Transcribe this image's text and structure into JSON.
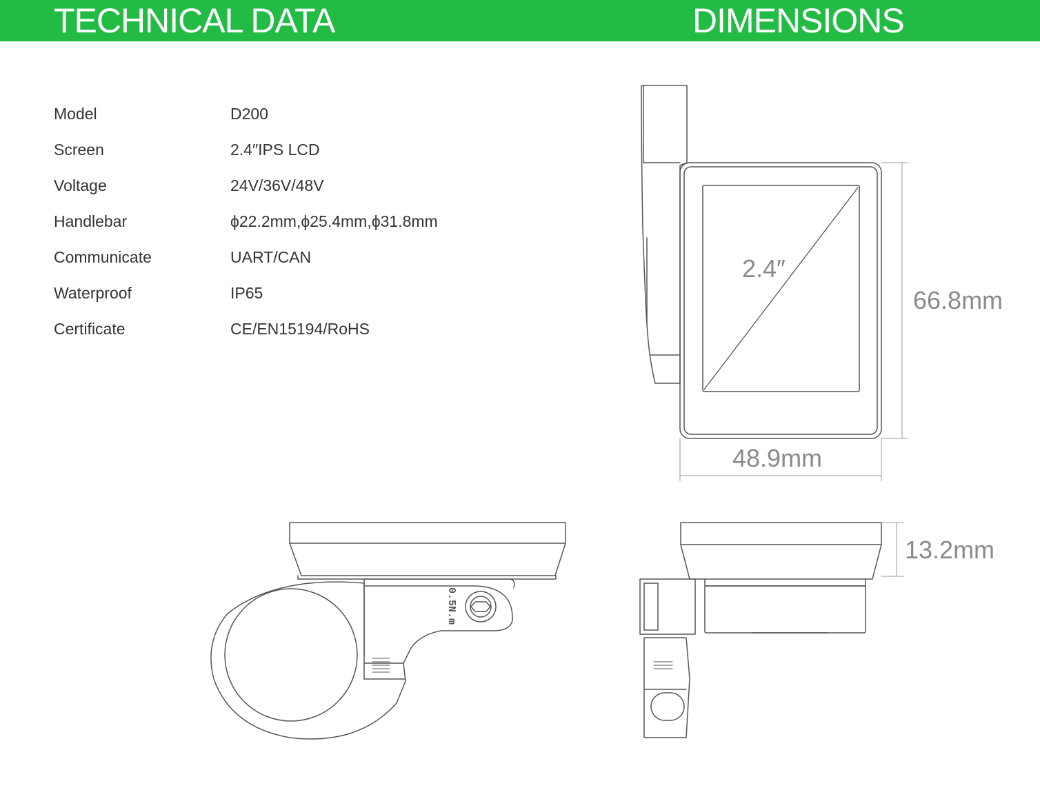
{
  "header": {
    "left_title": "TECHNICAL DATA",
    "right_title": "DIMENSIONS"
  },
  "specs": [
    {
      "label": "Model",
      "value": "D200"
    },
    {
      "label": "Screen",
      "value": "2.4″IPS LCD"
    },
    {
      "label": "Voltage",
      "value": "24V/36V/48V"
    },
    {
      "label": "Handlebar",
      "value": "ϕ22.2mm,ϕ25.4mm,ϕ31.8mm"
    },
    {
      "label": "Communicate",
      "value": "UART/CAN"
    },
    {
      "label": "Waterproof",
      "value": "IP65"
    },
    {
      "label": "Certificate",
      "value": "CE/EN15194/RoHS"
    }
  ],
  "dimensions": {
    "screen_diagonal": "2.4″",
    "height": "66.8mm",
    "width": "48.9mm",
    "depth": "13.2mm",
    "torque_label": "0.5N.m"
  },
  "colors": {
    "header_bg": "#22bb44",
    "header_text": "#ffffff",
    "spec_text": "#333333",
    "line_art": "#555555",
    "dimension_text": "#8a8a8a"
  }
}
